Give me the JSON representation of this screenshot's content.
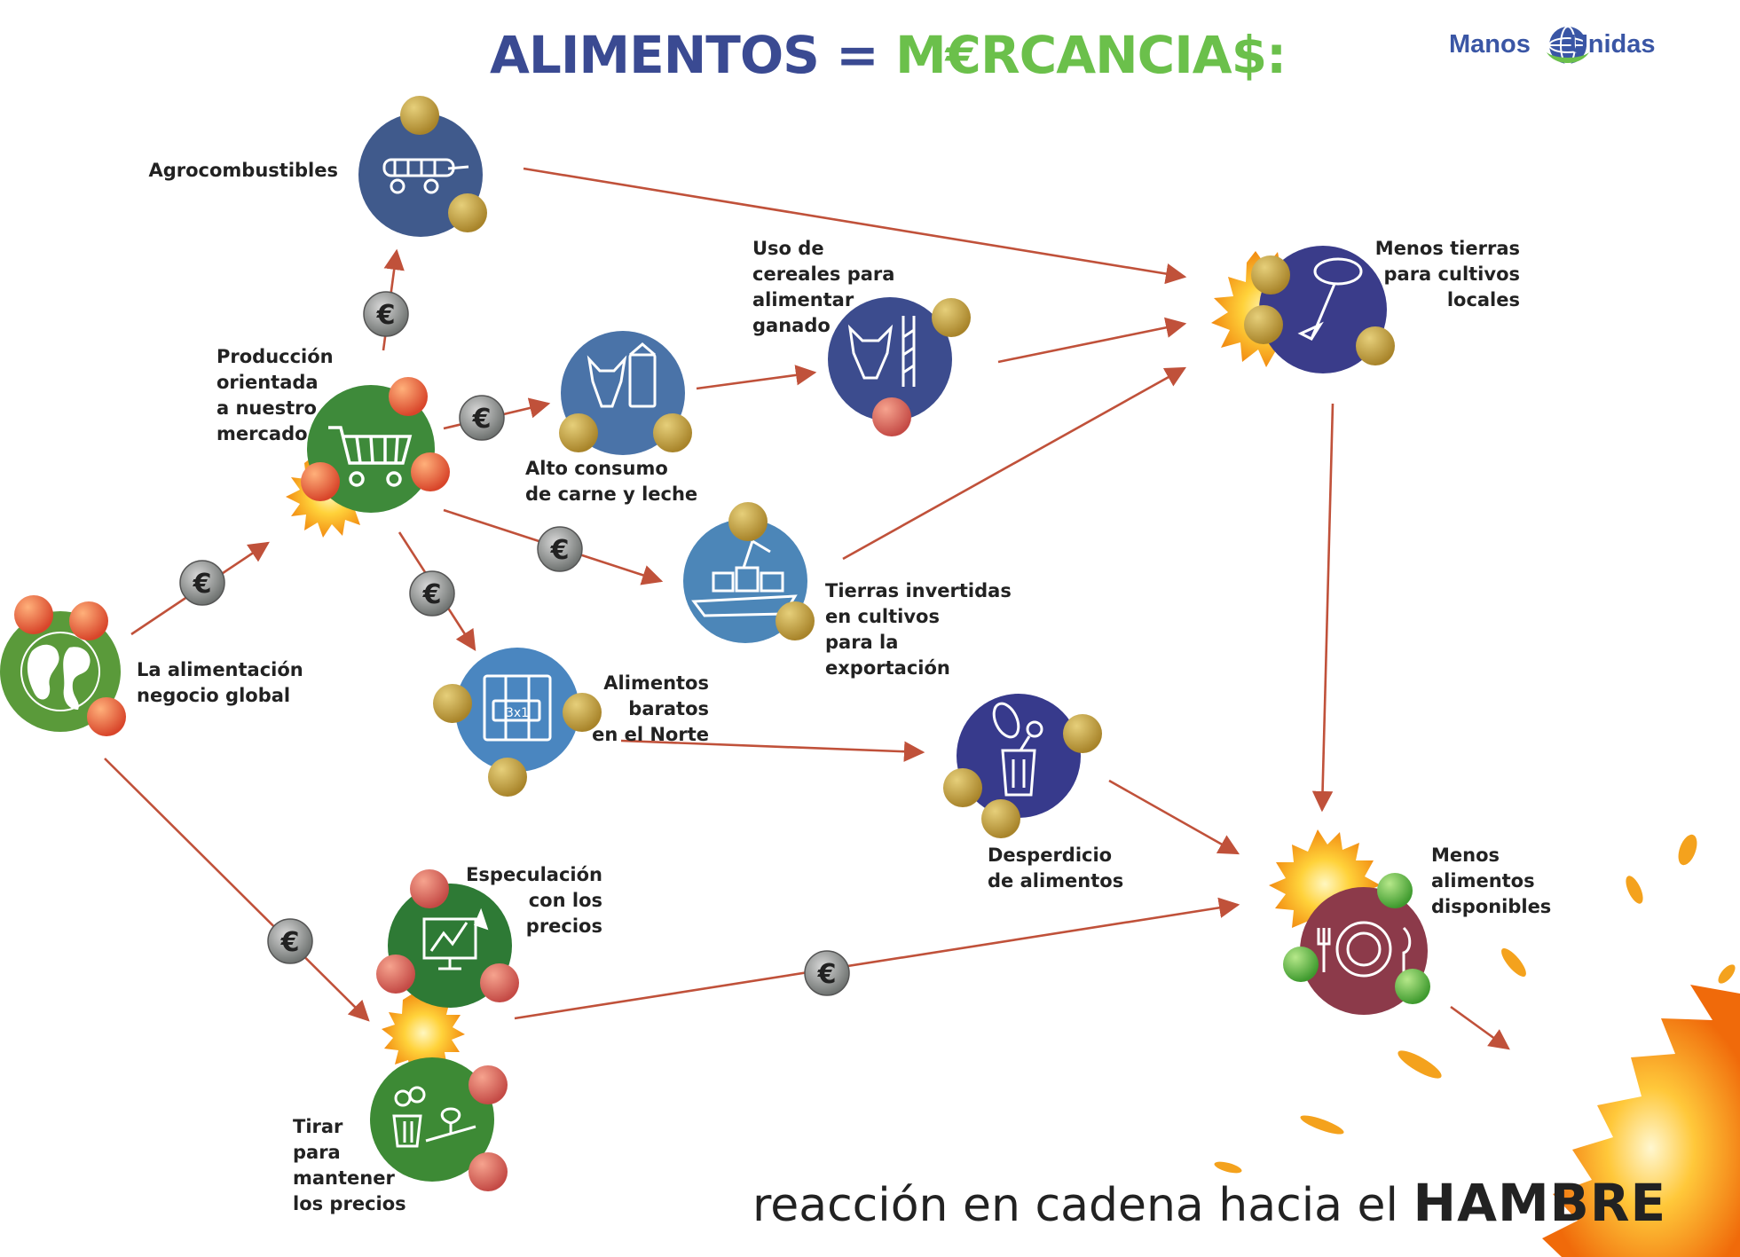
{
  "header": {
    "title_left": "ALIMENTOS = ",
    "title_right": "M€RCANCIA$:",
    "brand_left": "Manos",
    "brand_right": "Unidas"
  },
  "colors": {
    "title_blue": "#3a4a92",
    "title_green": "#6bc04b",
    "arrow": "#c0513a",
    "burst": "#f7a21b",
    "euro_coin": "#8e9290"
  },
  "nodes": [
    {
      "id": "agro",
      "label_lines": [
        "Agrocombustibles"
      ],
      "icon": "tractor-icon",
      "color": "#405a8c"
    },
    {
      "id": "produccion",
      "label_lines": [
        "Producción",
        "orientada",
        "a nuestro",
        "mercado"
      ],
      "icon": "shopping-cart-icon",
      "color": "#3e8a3a"
    },
    {
      "id": "carne",
      "label_lines": [
        "Alto consumo",
        "de carne y leche"
      ],
      "icon": "cow-milk-icon",
      "color": "#4a73a8"
    },
    {
      "id": "cereales",
      "label_lines": [
        "Uso de",
        "cereales para",
        "alimentar",
        "ganado"
      ],
      "icon": "cow-cereal-icon",
      "color": "#3c4c8e"
    },
    {
      "id": "tierras_menos",
      "label_lines": [
        "Menos tierras",
        "para cultivos",
        "locales"
      ],
      "icon": "hoe-icon",
      "color": "#3a3c8a"
    },
    {
      "id": "exportacion",
      "label_lines": [
        "Tierras invertidas",
        "en cultivos",
        "para la",
        "exportación"
      ],
      "icon": "cargo-ship-icon",
      "color": "#4c86b8"
    },
    {
      "id": "global",
      "label_lines": [
        "La alimentación",
        "negocio global"
      ],
      "icon": "globe-icon",
      "color": "#5a9a3a"
    },
    {
      "id": "baratos",
      "label_lines": [
        "Alimentos",
        "baratos",
        "en el Norte"
      ],
      "icon": "discount-packs-icon",
      "color": "#4a86c0"
    },
    {
      "id": "desperdicio",
      "label_lines": [
        "Desperdicio",
        "de alimentos"
      ],
      "icon": "trash-bin-icon",
      "color": "#373a8c"
    },
    {
      "id": "especulacion",
      "label_lines": [
        "Especulación",
        "con los",
        "precios"
      ],
      "icon": "stock-chart-icon",
      "color": "#2e7a35"
    },
    {
      "id": "tirar",
      "label_lines": [
        "Tirar",
        "para",
        "mantener",
        "los precios"
      ],
      "icon": "scale-trash-icon",
      "color": "#3d8a35"
    },
    {
      "id": "menos_alimentos",
      "label_lines": [
        "Menos",
        "alimentos",
        "disponibles"
      ],
      "icon": "empty-plate-icon",
      "color": "#8c3a4a"
    }
  ],
  "euro_symbol": "€",
  "footer": {
    "text": "reacción en cadena hacia el ",
    "emphasis": "HAMBRE"
  }
}
